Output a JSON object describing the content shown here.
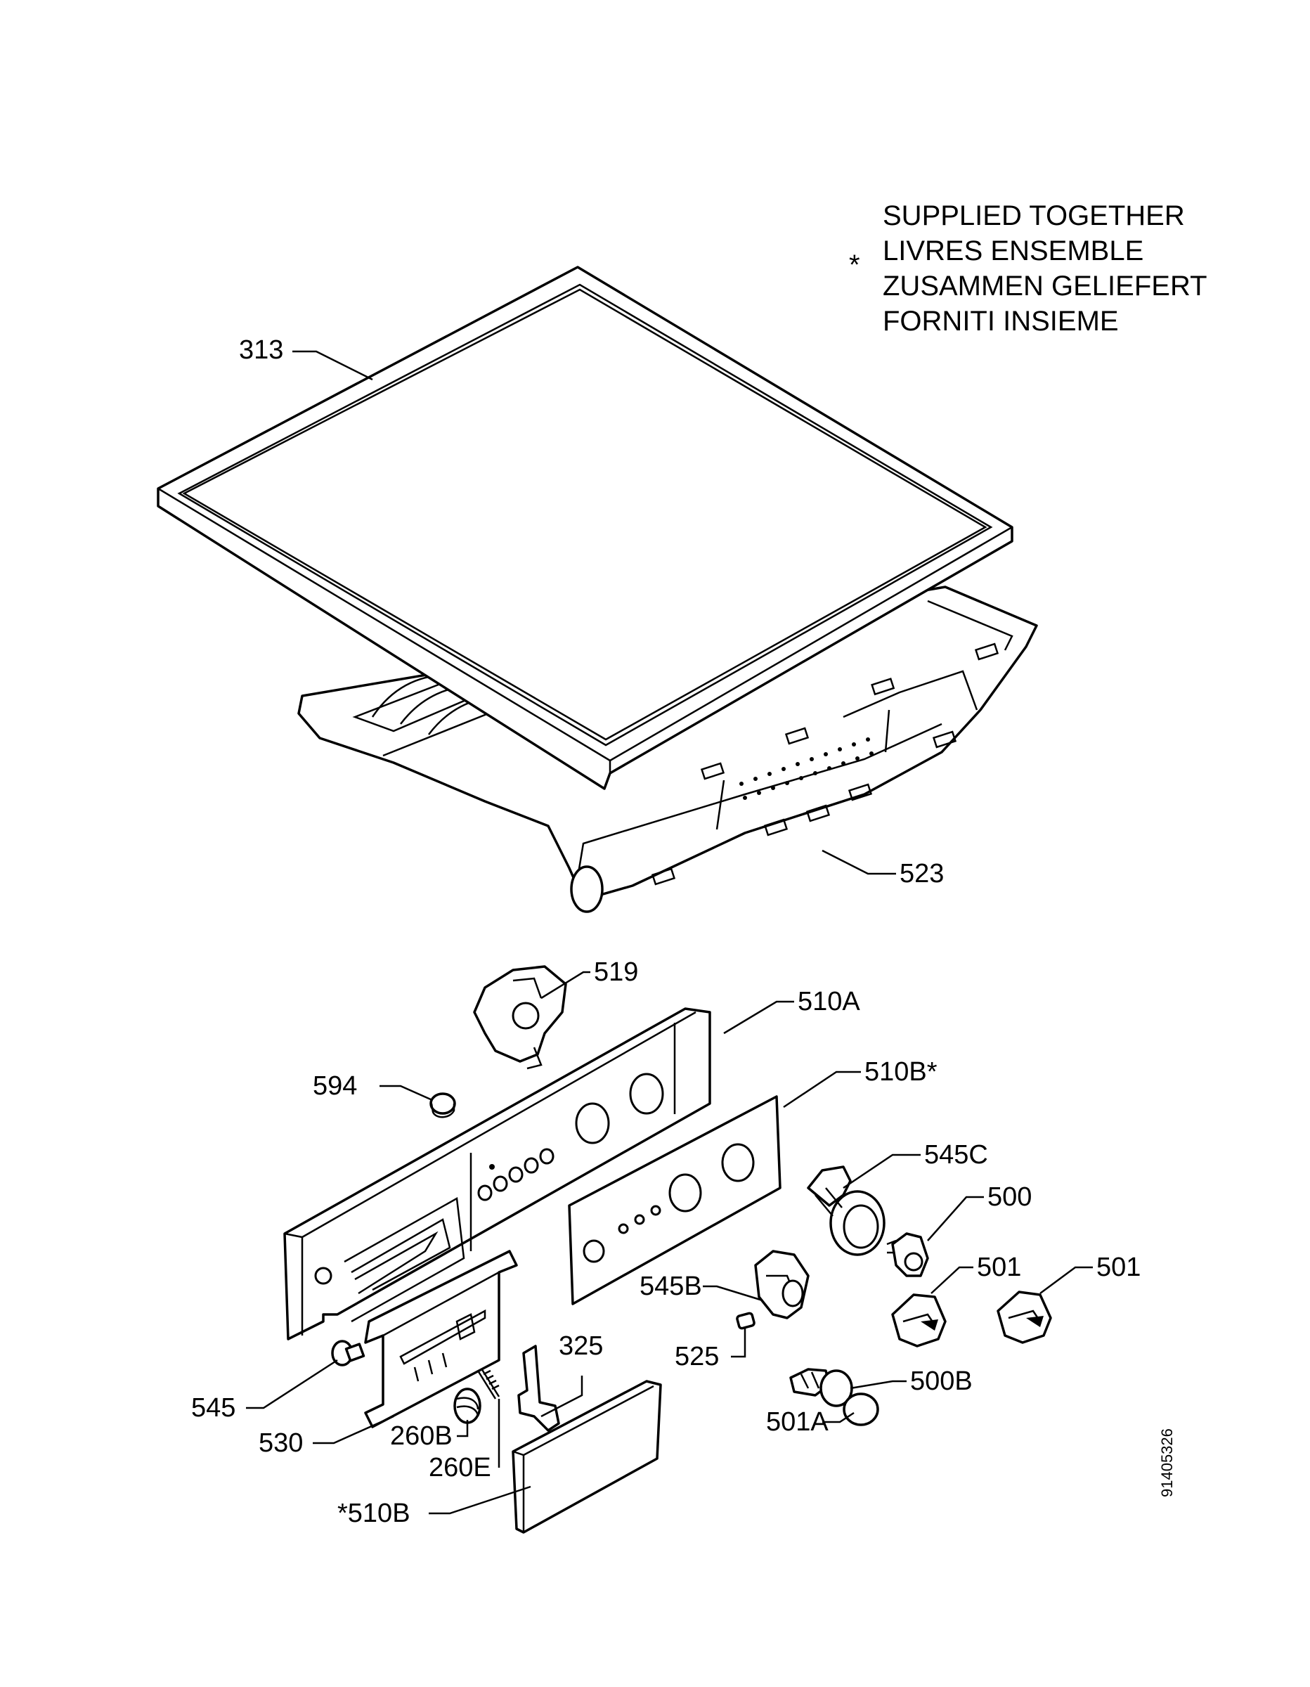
{
  "note": {
    "symbol": "*",
    "lines": [
      "SUPPLIED TOGETHER",
      "LIVRES ENSEMBLE",
      "ZUSAMMEN GELIEFERT",
      "FORNITI INSIEME"
    ]
  },
  "labels": {
    "p313": "313",
    "p523": "523",
    "p519": "519",
    "p510a": "510A",
    "p594": "594",
    "p510b_star": "510B*",
    "p545c": "545C",
    "p500": "500",
    "p501a": "501",
    "p501b": "501",
    "p545b": "545B",
    "p525": "525",
    "p325": "325",
    "p545": "545",
    "p530": "530",
    "p260b": "260B",
    "p260e": "260E",
    "p500b": "500B",
    "p501_a": "501A",
    "star_510b": "*510B"
  },
  "drawing_ref": "91405326"
}
